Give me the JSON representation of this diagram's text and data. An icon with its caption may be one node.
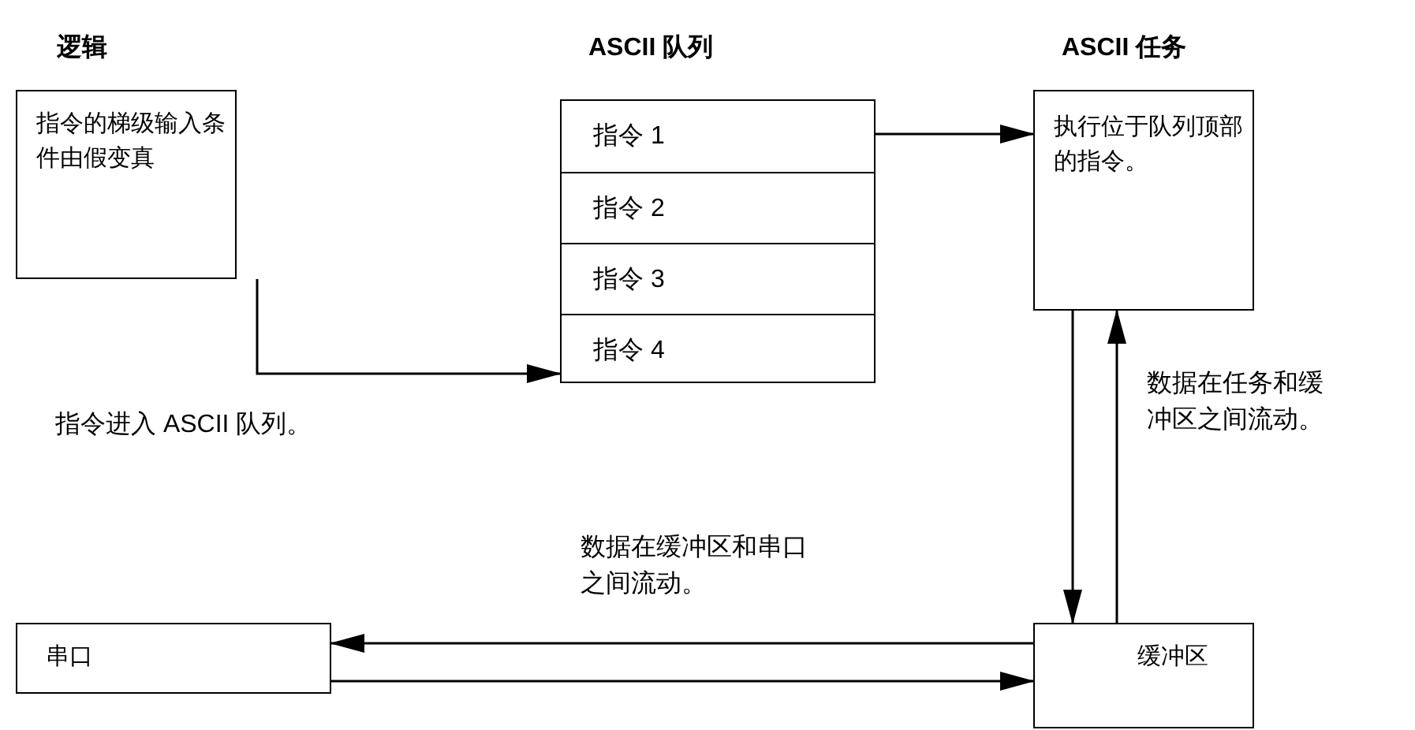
{
  "diagram": {
    "nodes": [
      {
        "text": [
          "逻辑",
          "指令的梯级输入条件由假变真"
        ]
      },
      {
        "text": [
          "ASCII 队列"
        ]
      },
      {
        "text": [
          "指令 1"
        ],
        "in": 1
      },
      {
        "text": [
          "指令 2"
        ],
        "in": 1
      },
      {
        "text": [
          "指令 3"
        ],
        "in": 1
      },
      {
        "text": [
          "指令 4"
        ],
        "in": 1
      },
      {
        "text": [
          "ASCII 任务",
          "执行位于队列顶部的指令。"
        ]
      },
      {
        "text": [
          "串口"
        ]
      },
      {
        "text": [
          "缓冲区"
        ]
      }
    ],
    "edges": [
      {
        "from": 0,
        "to": 1,
        "arrow": "to",
        "label": "指令进入 ASCII 队列。"
      },
      {
        "from": 1,
        "to": 6,
        "arrow": "to"
      },
      {
        "from": 6,
        "to": 8,
        "arrow": "to"
      },
      {
        "from": 8,
        "to": 6,
        "arrow": "to",
        "label": "数据在任务和缓冲区之间流动。"
      },
      {
        "from": 8,
        "to": 7,
        "arrow": "to",
        "label": "数据在缓冲区和串口之间流动。"
      },
      {
        "from": 7,
        "to": 8,
        "arrow": "to"
      }
    ]
  }
}
